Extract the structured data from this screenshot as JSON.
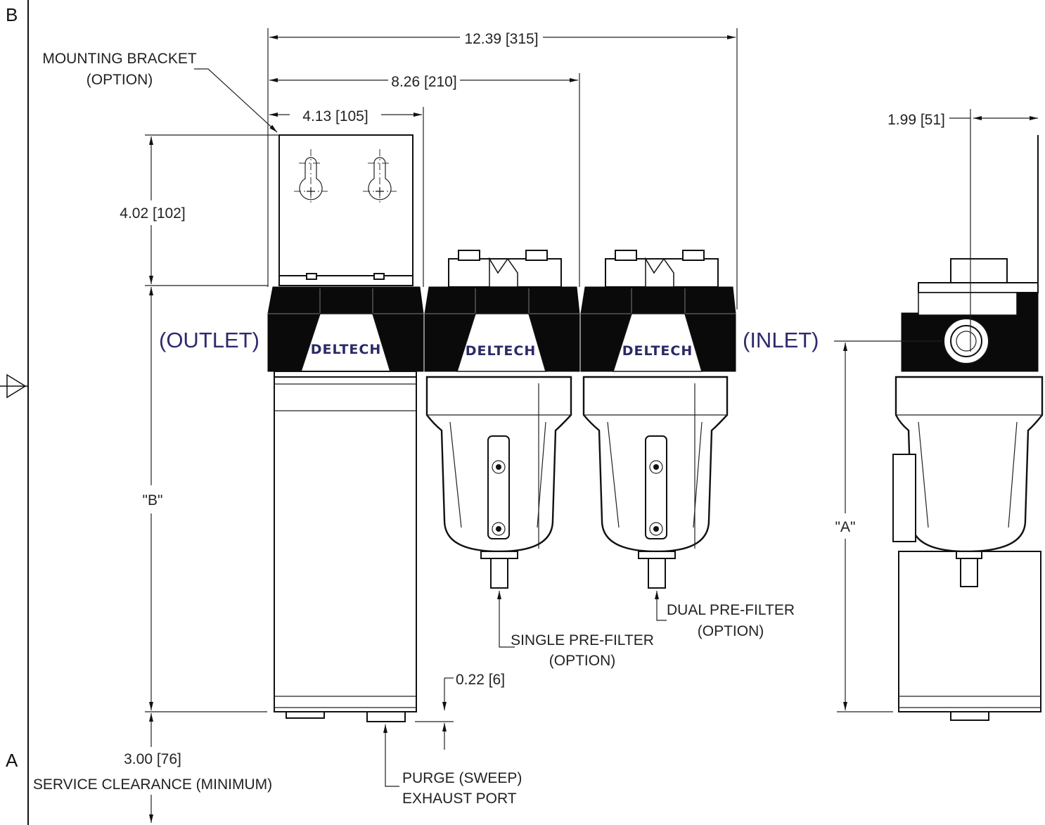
{
  "border": {
    "zone_top": "B",
    "zone_bottom": "A"
  },
  "dimensions": {
    "overall_width": "12.39 [315]",
    "two_unit_width": "8.26 [210]",
    "single_unit_width": "4.13 [105]",
    "bracket_height": "4.02 [102]",
    "height_b": "\"B\"",
    "height_a": "\"A\"",
    "side_offset": "1.99 [51]",
    "port_offset": "0.22 [6]",
    "clearance_value": "3.00 [76]",
    "clearance_label": "SERVICE CLEARANCE (MINIMUM)"
  },
  "callouts": {
    "mounting_bracket_1": "MOUNTING BRACKET",
    "mounting_bracket_2": "(OPTION)",
    "single_prefilter_1": "SINGLE PRE-FILTER",
    "single_prefilter_2": "(OPTION)",
    "dual_prefilter_1": "DUAL PRE-FILTER",
    "dual_prefilter_2": "(OPTION)",
    "purge_1": "PURGE (SWEEP)",
    "purge_2": "EXHAUST PORT"
  },
  "ports": {
    "outlet": "(OUTLET)",
    "inlet": "(INLET)"
  },
  "brand": "DELTECH",
  "colors": {
    "port_label": "#2d2a6e",
    "head_body": "#0a0a0a",
    "line": "#222222"
  }
}
